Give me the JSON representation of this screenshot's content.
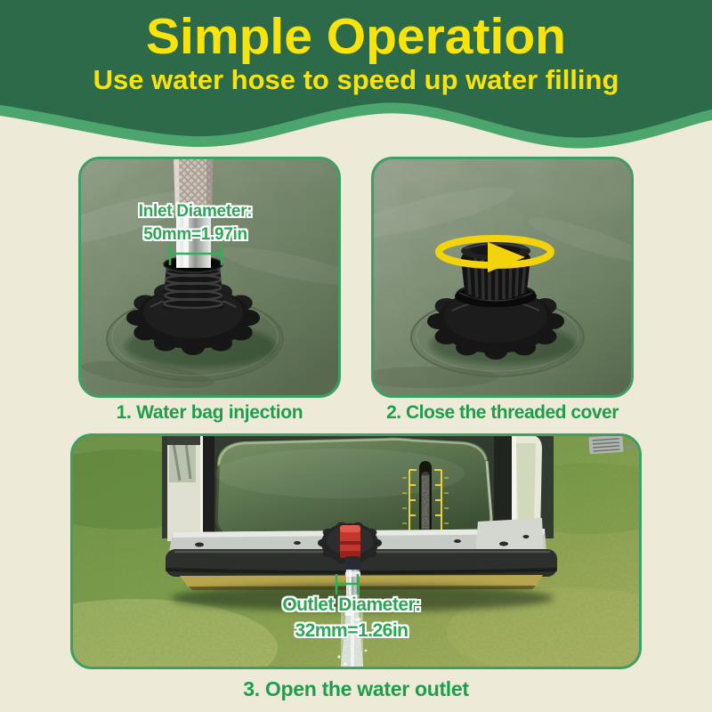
{
  "header": {
    "title": "Simple Operation",
    "subtitle": "Use water hose to speed up water filling"
  },
  "steps": [
    {
      "caption": "1. Water bag injection",
      "annotation_line1": "Inlet Diameter:",
      "annotation_line2": "50mm=1.97in"
    },
    {
      "caption": "2. Close the threaded cover"
    },
    {
      "caption": "3. Open the water outlet",
      "annotation_line1": "Outlet Diameter:",
      "annotation_line2": "32mm=1.26in"
    }
  ],
  "colors": {
    "page_bg": "#edead8",
    "header_bg": "#2d6a4a",
    "wave_band": "#4da56e",
    "accent_yellow": "#f8e40a",
    "caption_green": "#1d9e4c",
    "annotation_green": "#2fa557",
    "card_border": "#3f9e63",
    "rotation_arrow_yellow": "#f3d40a",
    "valve_red": "#c2382f"
  }
}
